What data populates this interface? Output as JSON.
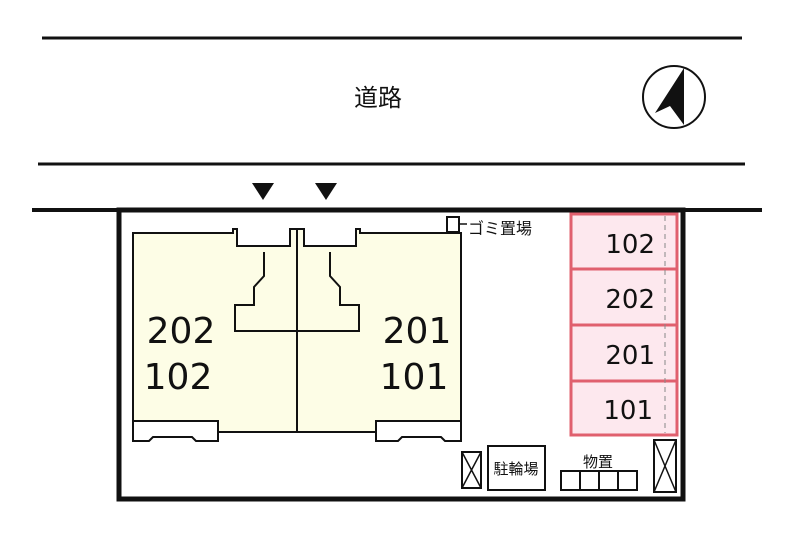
{
  "road": {
    "label": "道路"
  },
  "garbage": {
    "label": "ゴミ置場"
  },
  "building": {
    "left_unit": {
      "upper": "202",
      "lower": "102"
    },
    "right_unit": {
      "upper": "201",
      "lower": "101"
    }
  },
  "parking": {
    "spaces": [
      "102",
      "202",
      "201",
      "101"
    ],
    "color_fill": "#fde8ee",
    "color_stroke": "#e0606e"
  },
  "bicycle_parking": {
    "label": "駐輪場"
  },
  "storage": {
    "label": "物置"
  },
  "colors": {
    "building_fill": "#fdfde6"
  },
  "compass": {
    "icon": "north-arrow-icon"
  }
}
